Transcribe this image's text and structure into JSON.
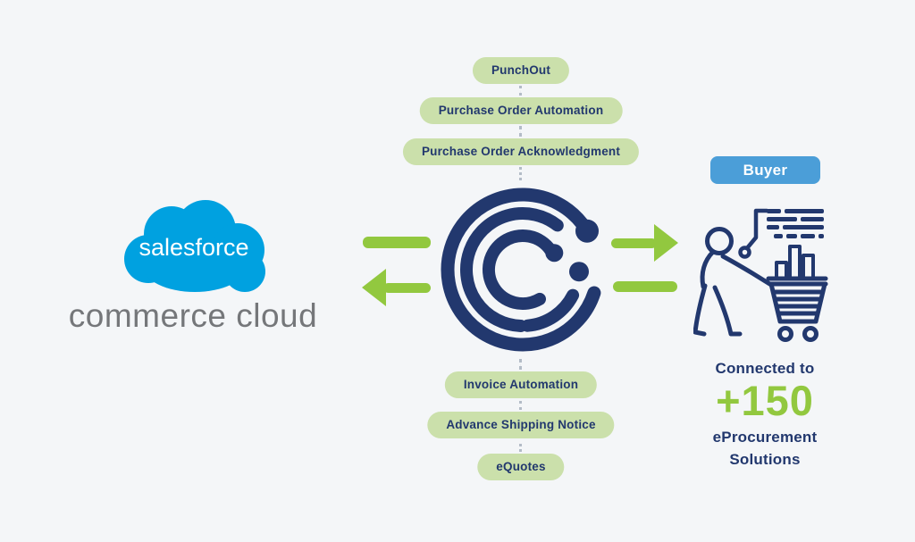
{
  "salesforce": {
    "wordmark": "salesforce",
    "product": "commerce cloud"
  },
  "flow_labels": {
    "top": [
      "PunchOut",
      "Purchase Order Automation",
      "Purchase Order Acknowledgment"
    ],
    "bottom": [
      "Invoice Automation",
      "Advance Shipping Notice",
      "eQuotes"
    ]
  },
  "buyer": {
    "badge": "Buyer",
    "connected_prefix": "Connected to",
    "count": "+150",
    "connected_line2": "eProcurement",
    "connected_line3": "Solutions"
  },
  "icons": {
    "left": "salesforce-cloud-logo",
    "center": "concentric-c-integration-logo",
    "right": "person-pushing-cart-icon"
  },
  "colors": {
    "background": "#f4f6f8",
    "navy": "#22386e",
    "pill_green": "#cbe0ab",
    "arrow_green": "#92c83f",
    "buyer_blue": "#4b9ed8",
    "salesforce_blue": "#00a1e0",
    "product_gray": "#75777a"
  }
}
